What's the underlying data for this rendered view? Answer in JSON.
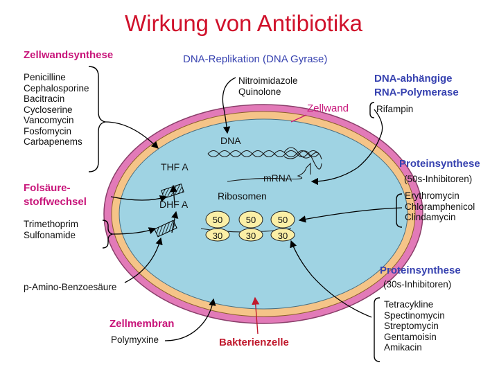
{
  "title": "Wirkung von Antibiotika",
  "groups": {
    "zellwand_synthese": {
      "heading": "Zellwandsynthese",
      "drugs": [
        "Penicilline",
        "Cephalosporine",
        "Bacitracin",
        "Cycloserine",
        "Vancomycin",
        "Fosfomycin",
        "Carbapenems"
      ]
    },
    "dna_replikation": {
      "heading": "DNA-Replikation (DNA Gyrase)",
      "drugs": [
        "Nitroimidazole",
        "Quinolone"
      ]
    },
    "rna_polymerase": {
      "heading_line1": "DNA-abhängige",
      "heading_line2": "RNA-Polymerase",
      "drugs": [
        "Rifampin"
      ]
    },
    "folsaeure": {
      "heading_line1": "Folsäure-",
      "heading_line2": "stoffwechsel",
      "drugs": [
        "Trimethoprim",
        "Sulfonamide"
      ],
      "extra": "p-Amino-Benzoesäure"
    },
    "protein_50s": {
      "heading": "Proteinsynthese",
      "subheading": "(50s-Inhibitoren)",
      "drugs": [
        "Erythromycin",
        "Chloramphenicol",
        "Clindamycin"
      ]
    },
    "protein_30s": {
      "heading": "Proteinsynthese",
      "subheading": "(30s-Inhibitoren)",
      "drugs": [
        "Tetracykline",
        "Spectinomycin",
        "Streptomycin",
        "Gentamoisin",
        "Amikacin"
      ]
    },
    "zellmembran": {
      "heading": "Zellmembran",
      "drugs": [
        "Polymyxine"
      ]
    }
  },
  "cell": {
    "zellwand_label": "Zellwand",
    "bakterienzelle_label": "Bakterienzelle",
    "dna_label": "DNA",
    "mrna_label": "mRNA",
    "ribosomen_label": "Ribosomen",
    "thf_label": "THF A",
    "dhf_label": "DHF A",
    "ribosomes": [
      {
        "large": "50",
        "small": "30"
      },
      {
        "large": "50",
        "small": "30"
      },
      {
        "large": "50",
        "small": "30"
      }
    ]
  },
  "colors": {
    "title_red": "#d0112b",
    "pink_heading": "#c8157a",
    "blue_heading": "#3742b0",
    "outer_wall": "#e27ab8",
    "inner_ring": "#f5c488",
    "cytoplasm": "#9fd3e3",
    "ribosome_large": "#fbefa6"
  }
}
